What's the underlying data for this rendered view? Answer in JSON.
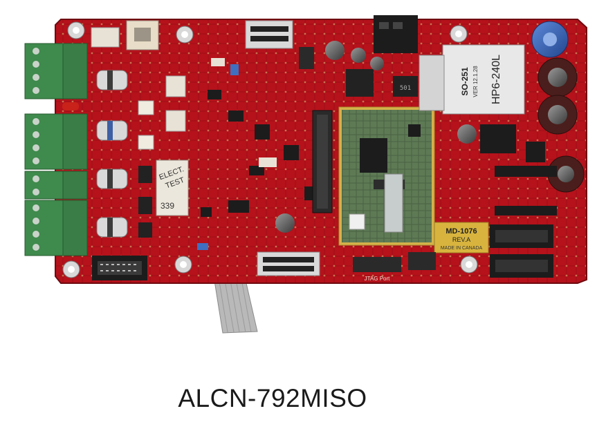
{
  "caption": "ALCN-792MISO",
  "board": {
    "pcb_color": "#b5121b",
    "module_label": "SO-251",
    "module_version": "VER 12.1.28",
    "power_module_label": "HP6-240L",
    "daughter_label": "MD-1076",
    "daughter_rev": "REV.A",
    "daughter_origin": "MADE IN CANADA",
    "test_sticker_line1": "ELECT.",
    "test_sticker_line2": "TEST",
    "test_sticker_number": "339",
    "jtag_label": "JTAG Port"
  }
}
